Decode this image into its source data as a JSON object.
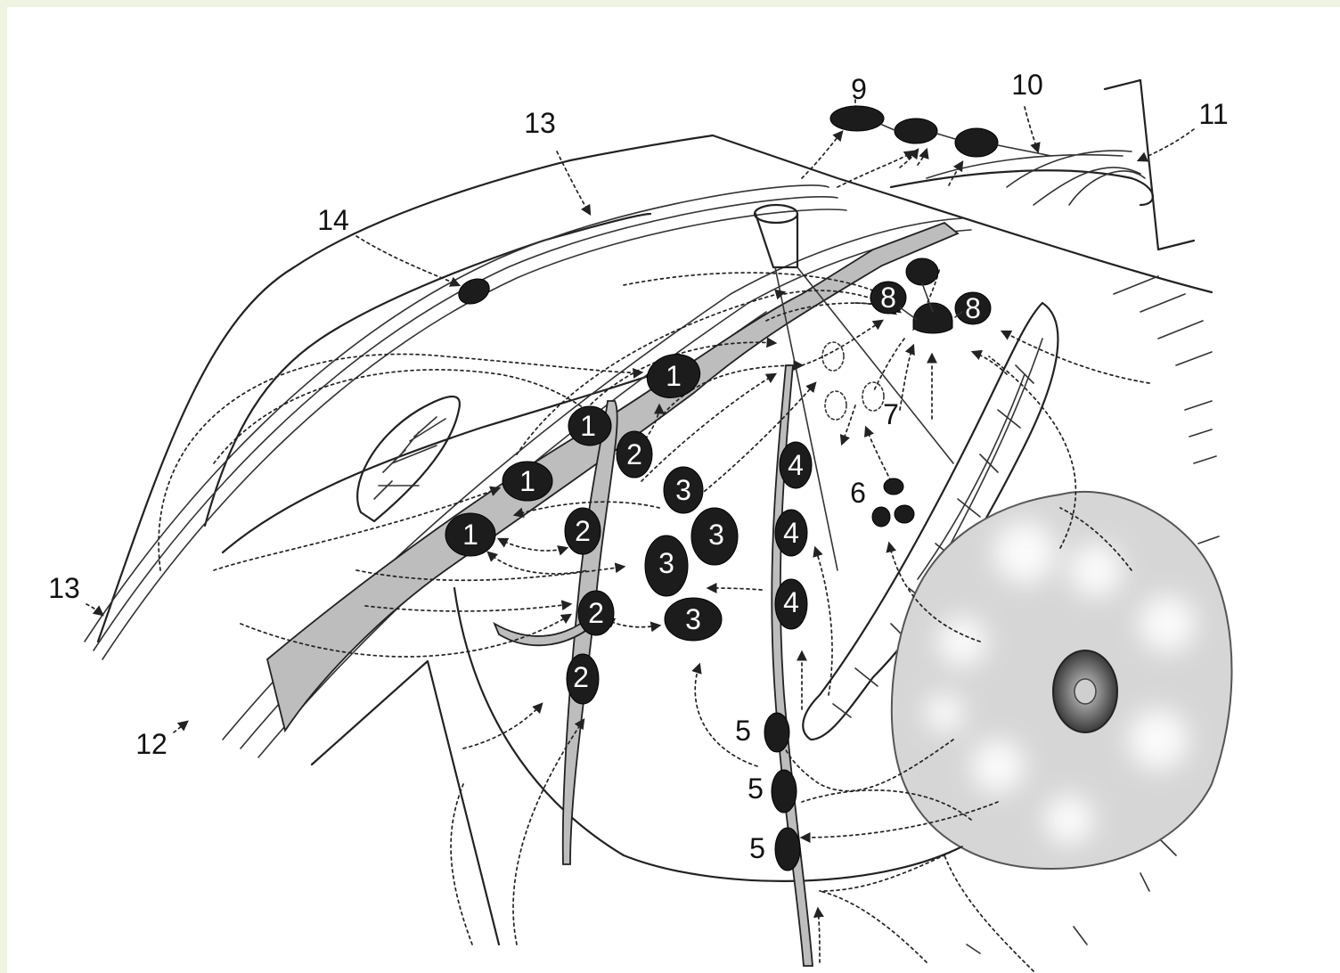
{
  "labels": {
    "nodes": {
      "n1": "1",
      "n2": "2",
      "n3": "3",
      "n4": "4",
      "n5": "5",
      "n6": "6",
      "n7": "7",
      "n8": "8",
      "n9": "9",
      "n10": "10",
      "n11": "11",
      "n12": "12",
      "n13": "13",
      "n14": "14"
    }
  },
  "colors": {
    "background": "#eef3e2",
    "node": "#1c1c1c",
    "vessel": "#bdbdbd",
    "breast": "#d9d9d9",
    "line": "#222222"
  }
}
